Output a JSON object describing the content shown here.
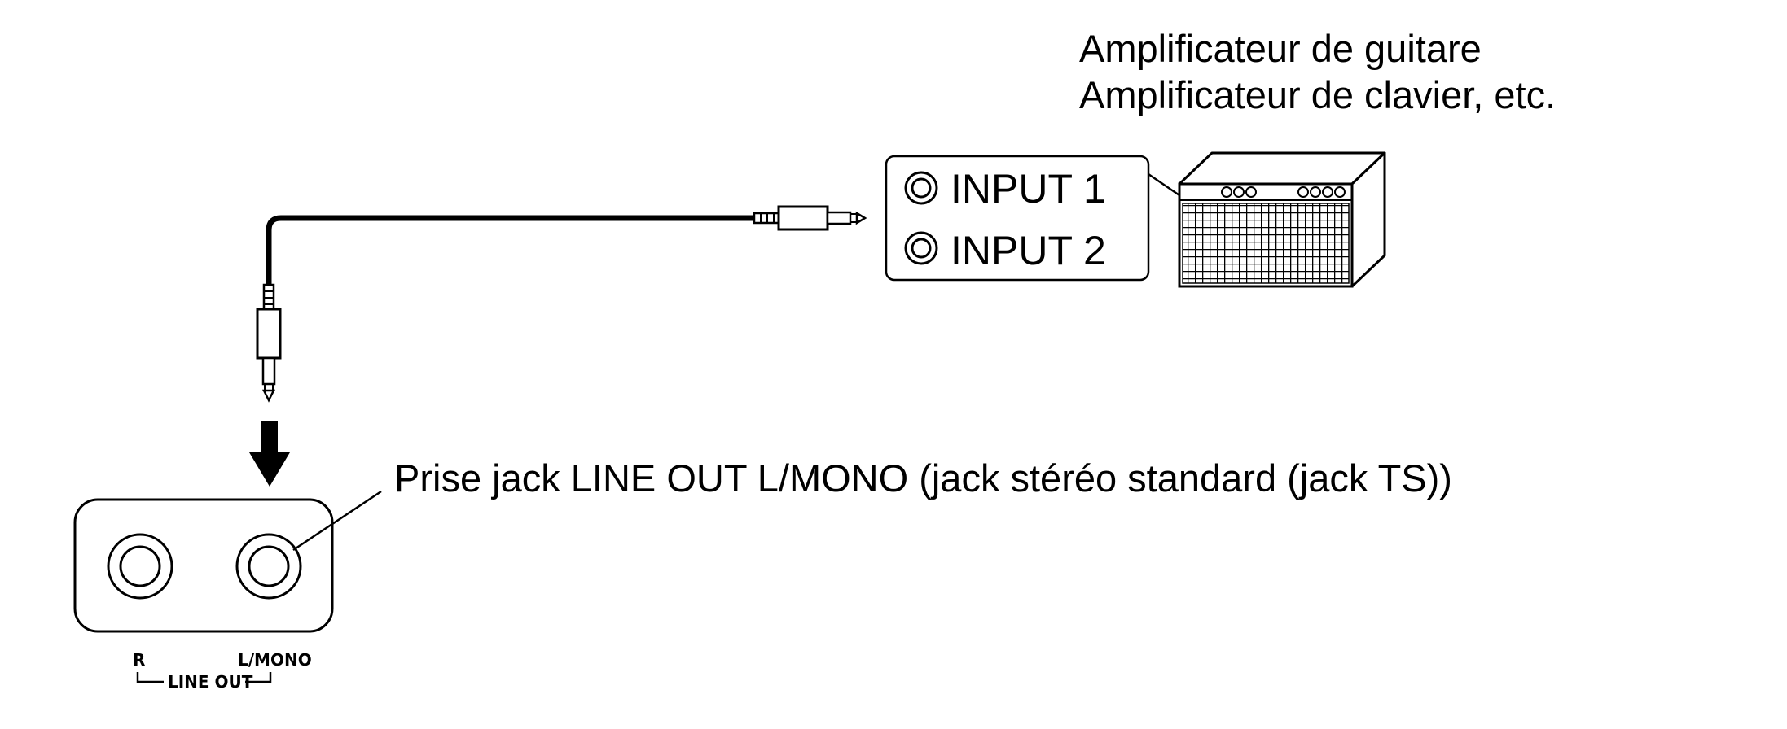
{
  "amplifier": {
    "caption_line1": "Amplificateur de guitare",
    "caption_line2": "Amplificateur de clavier, etc.",
    "input1_label": "INPUT 1",
    "input2_label": "INPUT 2"
  },
  "line_out_callout": "Prise jack LINE OUT L/MONO (jack stéréo standard (jack TS))",
  "panel_labels": {
    "right_jack": "R",
    "left_jack": "L/MONO",
    "group": "LINE OUT"
  },
  "colors": {
    "ink": "#000000",
    "background": "#ffffff"
  }
}
